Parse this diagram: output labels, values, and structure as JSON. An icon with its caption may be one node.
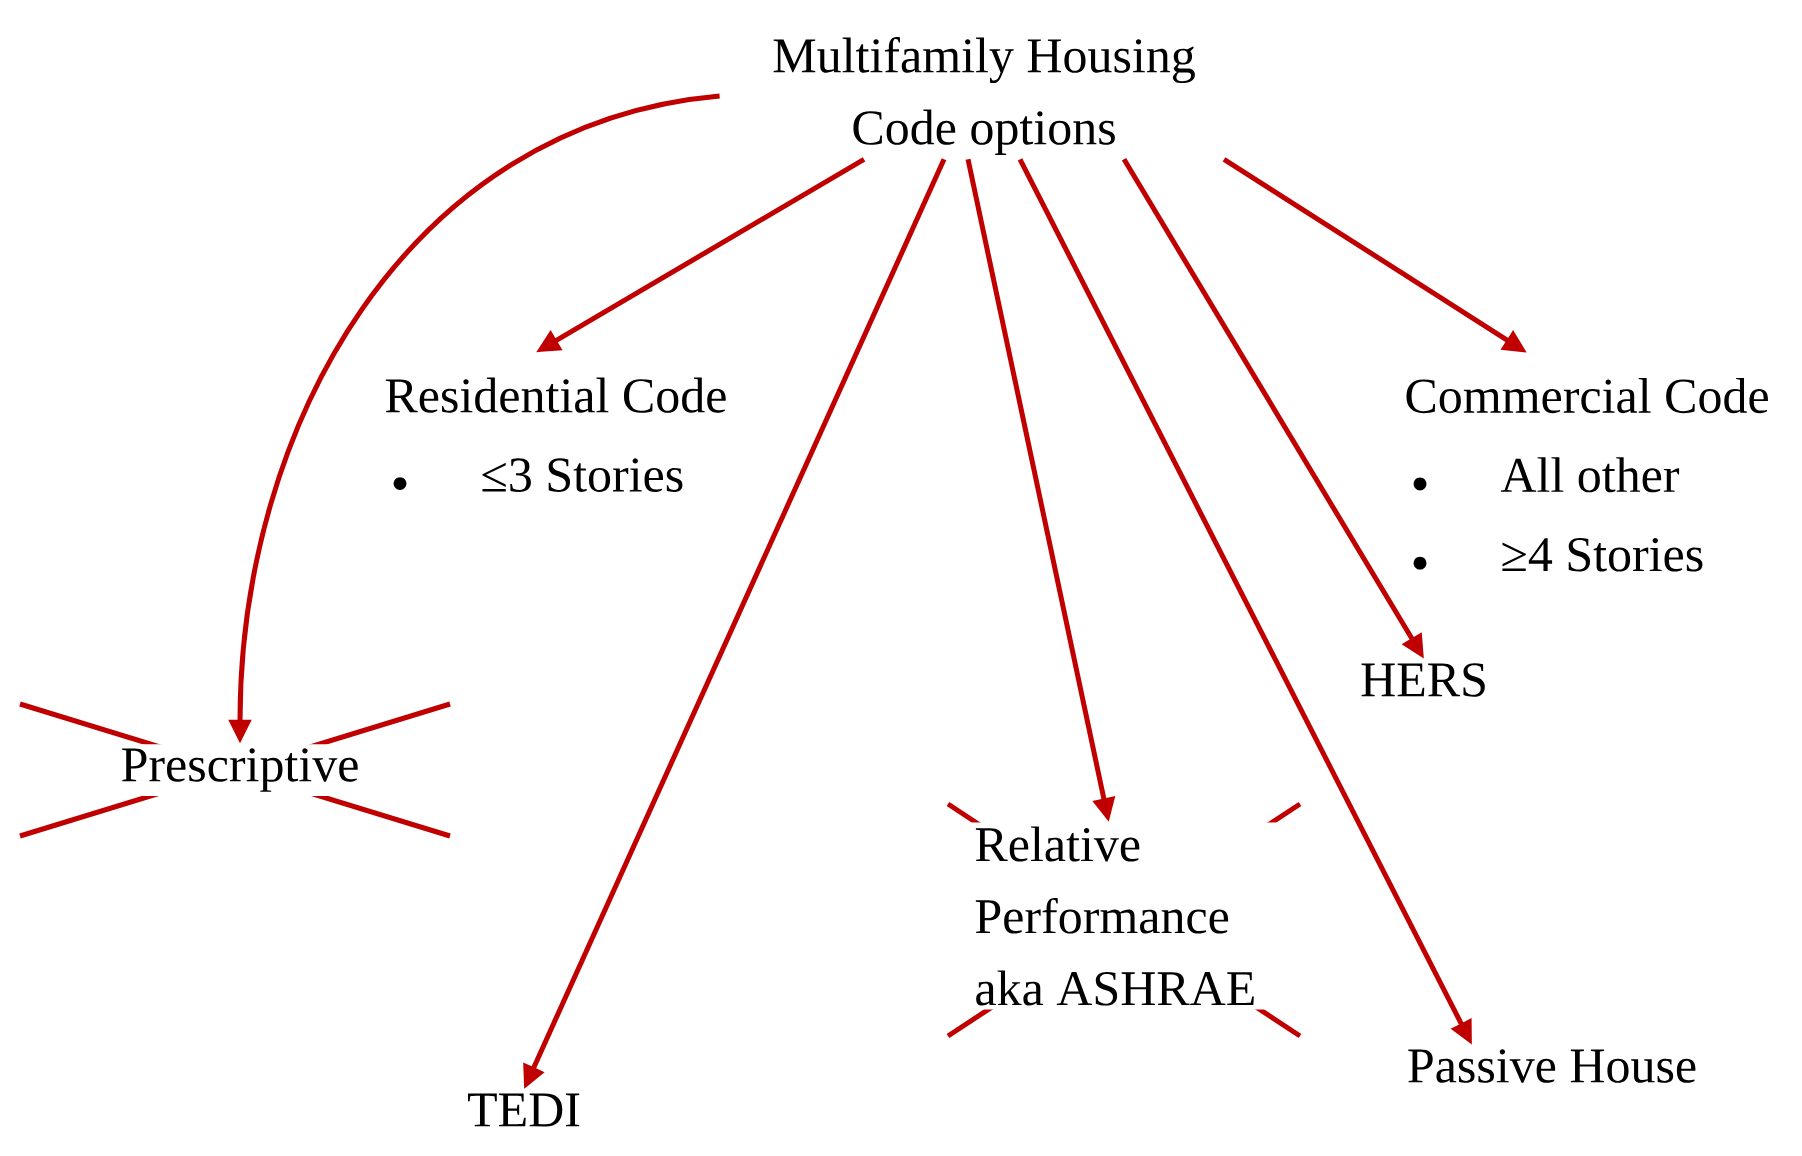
{
  "diagram": {
    "nodes": [
      {
        "text": [
          "Multifamily Housing Code options"
        ]
      },
      {
        "text": [
          "Residential Code",
          "≤3 Stories"
        ]
      },
      {
        "text": [
          "Commercial Code",
          "All other",
          "≥4 Stories"
        ]
      },
      {
        "text": [
          "Prescriptive"
        ]
      },
      {
        "text": [
          "TEDI"
        ]
      },
      {
        "text": [
          "Relative Performance aka ASHRAE"
        ]
      },
      {
        "text": [
          "HERS"
        ]
      },
      {
        "text": [
          "Passive House"
        ]
      }
    ],
    "edges": [
      {
        "from": 0,
        "to": 1,
        "arrow": "to"
      },
      {
        "from": 0,
        "to": 3,
        "arrow": "to"
      },
      {
        "from": 0,
        "to": 4,
        "arrow": "to"
      },
      {
        "from": 0,
        "to": 5,
        "arrow": "to"
      },
      {
        "from": 0,
        "to": 7,
        "arrow": "to"
      },
      {
        "from": 0,
        "to": 6,
        "arrow": "to"
      },
      {
        "from": 0,
        "to": 2,
        "arrow": "to"
      }
    ]
  }
}
